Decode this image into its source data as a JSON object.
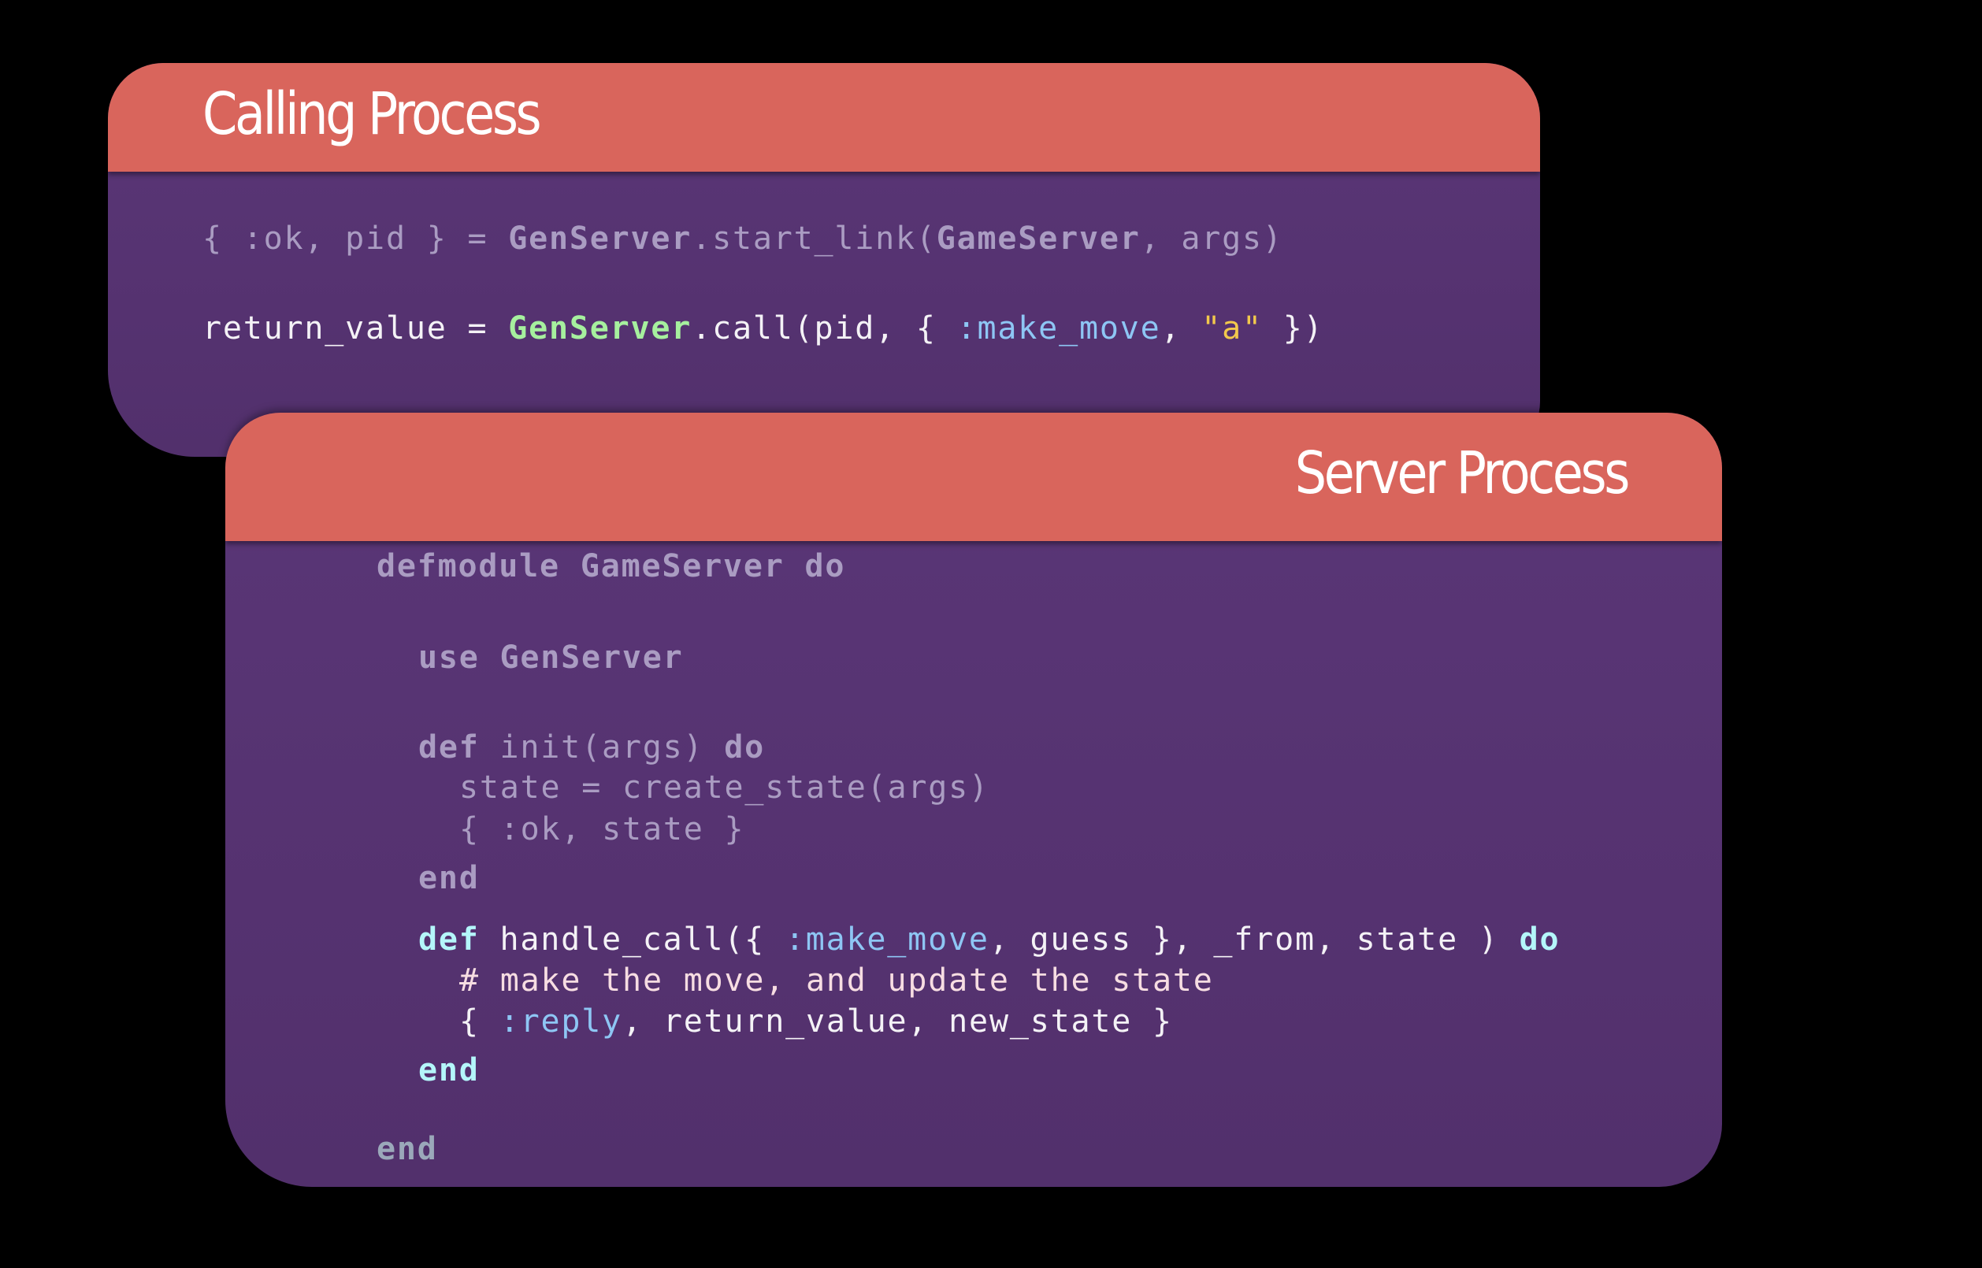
{
  "calling": {
    "title": "Calling Process",
    "lines": [
      [
        [
          "{ :ok, pid } = ",
          "dim"
        ],
        [
          "GenServer",
          "dimb"
        ],
        [
          ".start_link(",
          "dim"
        ],
        [
          "GameServer",
          "dimb"
        ],
        [
          ", args)",
          "dim"
        ]
      ],
      [
        [
          "return_value = ",
          "w"
        ],
        [
          "GenServer",
          "g"
        ],
        [
          ".call(pid, { ",
          "w"
        ],
        [
          ":make_move",
          "a"
        ],
        [
          ", ",
          "w"
        ],
        [
          "\"a\"",
          "y"
        ],
        [
          " })",
          "w"
        ]
      ]
    ]
  },
  "server": {
    "title": "Server Process",
    "lines": [
      [
        [
          "defmodule GameServer do",
          "dimb"
        ]
      ],
      [
        [
          "use GenServer",
          "dimb"
        ]
      ],
      [
        [
          "def",
          "dimb"
        ],
        [
          " init(args) ",
          "dim"
        ],
        [
          "do",
          "dimb"
        ]
      ],
      [
        [
          "state = create_state(args)",
          "dim"
        ]
      ],
      [
        [
          "{ :ok, state }",
          "dim"
        ]
      ],
      [
        [
          "end",
          "dimb"
        ]
      ],
      [
        [
          "def",
          "k"
        ],
        [
          " handle_call({ ",
          "w"
        ],
        [
          ":make_move",
          "a"
        ],
        [
          ", guess }, _from, state ) ",
          "w"
        ],
        [
          "do",
          "k"
        ]
      ],
      [
        [
          "# make the move, and update the state",
          "c"
        ]
      ],
      [
        [
          "{ ",
          "w"
        ],
        [
          ":reply",
          "a"
        ],
        [
          ", return_value, new_state }",
          "w"
        ]
      ],
      [
        [
          "end",
          "k"
        ]
      ],
      [
        [
          "end",
          "e"
        ]
      ]
    ]
  },
  "colors": {
    "header": "#d9655c",
    "body": "#5a3677",
    "keyword": "#b4f6fa",
    "module": "#a6f09e",
    "atom": "#8ec6f4",
    "string": "#f2c94c"
  }
}
